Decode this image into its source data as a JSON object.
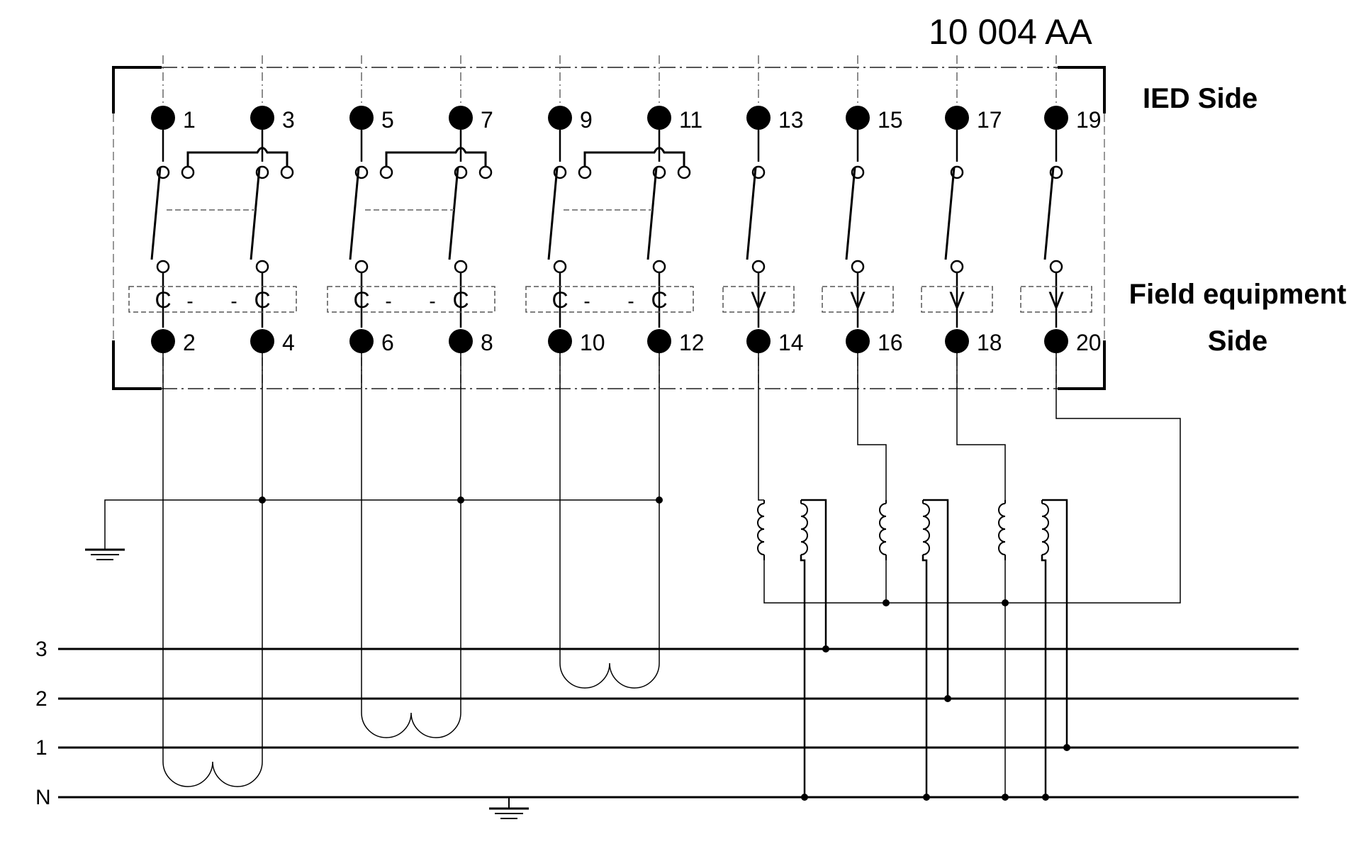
{
  "model_code": "10 004 AA",
  "ied_side_label": "IED Side",
  "field_side_label_line1": "Field equipment",
  "field_side_label_line2": "Side",
  "terminals": [
    {
      "top": "1",
      "bottom": "2",
      "type": "C"
    },
    {
      "top": "3",
      "bottom": "4",
      "type": "C"
    },
    {
      "top": "5",
      "bottom": "6",
      "type": "C"
    },
    {
      "top": "7",
      "bottom": "8",
      "type": "C"
    },
    {
      "top": "9",
      "bottom": "10",
      "type": "C"
    },
    {
      "top": "11",
      "bottom": "12",
      "type": "C"
    },
    {
      "top": "13",
      "bottom": "14",
      "type": "V"
    },
    {
      "top": "15",
      "bottom": "16",
      "type": "V"
    },
    {
      "top": "17",
      "bottom": "18",
      "type": "V"
    },
    {
      "top": "19",
      "bottom": "20",
      "type": "V"
    }
  ],
  "current_group_marker": "-",
  "bus_lines": [
    "3",
    "2",
    "1",
    "N"
  ]
}
